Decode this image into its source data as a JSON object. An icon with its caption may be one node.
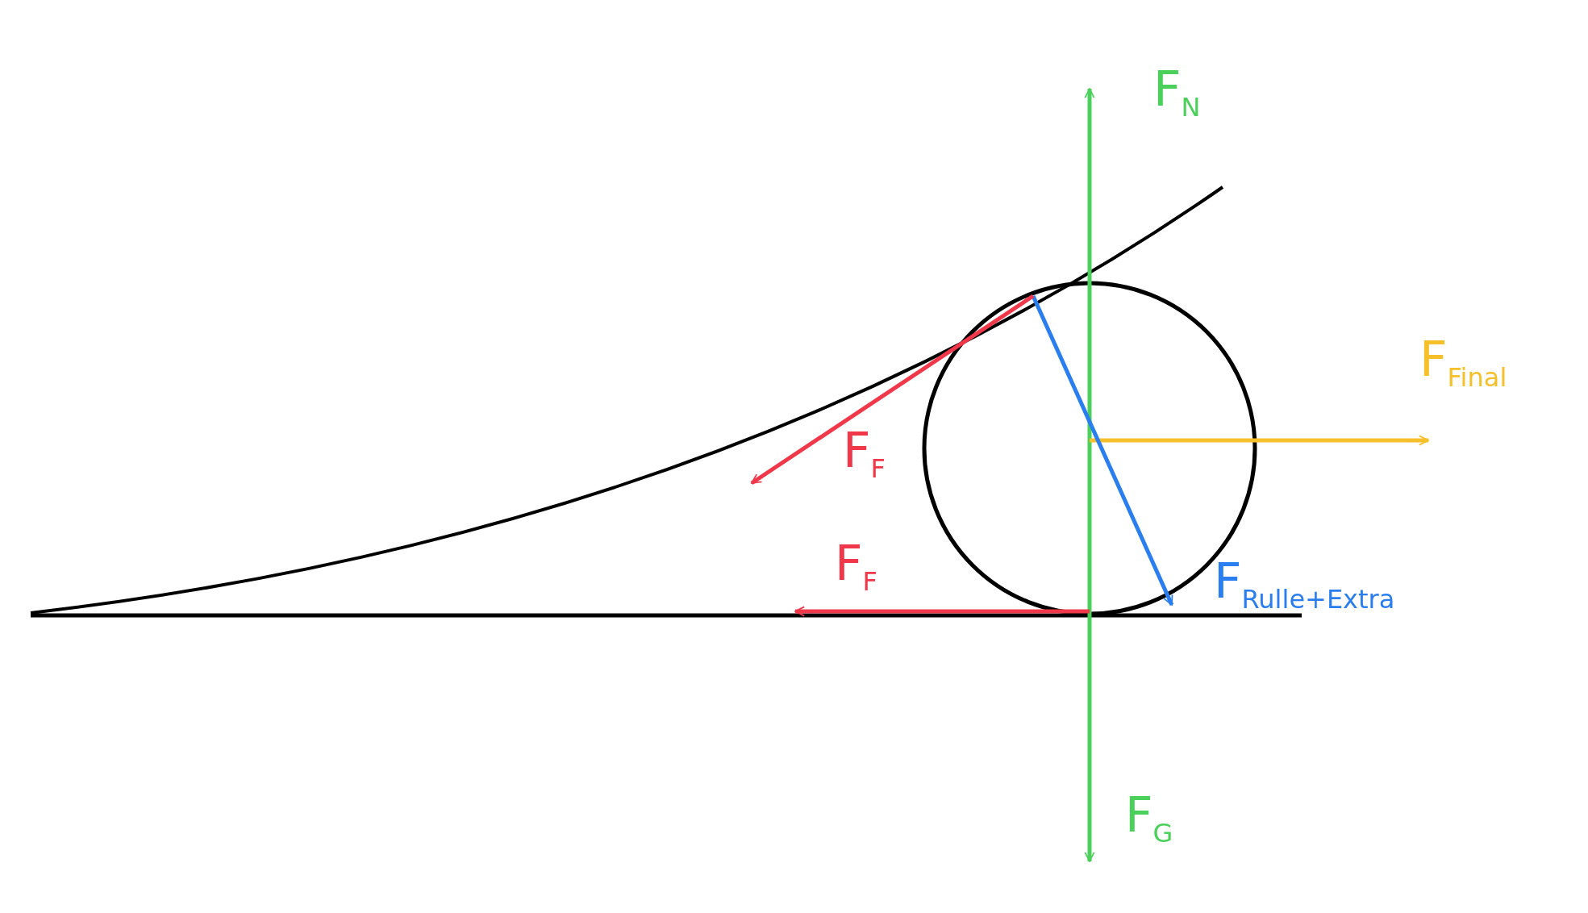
{
  "diagram": {
    "labels": [
      "F$_{N}$",
      "F$_{Final}$",
      "F$_{F}$",
      "F$_{F}$",
      "F$_{Rulle+Extra}$",
      "F$_{G}$"
    ]
  }
}
